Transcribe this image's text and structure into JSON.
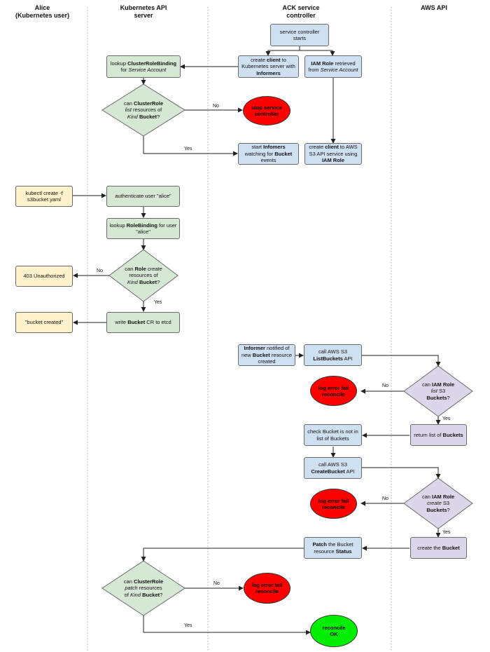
{
  "lanes": [
    {
      "title": "Alice\n(Kubernetes user)"
    },
    {
      "title": "Kubernetes API\nserver"
    },
    {
      "title": "ACK service\ncontroller"
    },
    {
      "title": "AWS API"
    }
  ],
  "nodes": {
    "service_controller_starts": "service controller starts",
    "create_client_k8s": [
      "create ",
      "client",
      " to Kubernetes server with ",
      "Informers"
    ],
    "iam_role_retrieved": [
      "IAM Role",
      " retrieved from ",
      "Service Account"
    ],
    "lookup_clusterrolebinding": [
      "lookup ",
      "ClusterRoleBinding",
      " for ",
      "Service Account"
    ],
    "can_clusterrole_list": [
      "can ",
      "ClusterRole",
      " list",
      " resources of ",
      "Kind",
      " ",
      "Bucket",
      "?"
    ],
    "stop_service_controller": "stop service controller",
    "start_informers": [
      "start ",
      "Infomers",
      " watching for ",
      "Bucket",
      " events"
    ],
    "create_client_aws": [
      "create ",
      "client",
      " to AWS S3 API service using ",
      "IAM Role"
    ],
    "kubectl_create": "kubectl create -f s3bucket.yaml",
    "authenticate_user": "authenticate user \"alice\"",
    "lookup_rolebinding": [
      "lookup ",
      "RoleBinding",
      " for user \"alice\""
    ],
    "can_role_create": [
      "can ",
      "Role",
      " create",
      " resources of ",
      "Kind",
      " ",
      "Bucket",
      "?"
    ],
    "unauthorized": "403 Unauthorized",
    "write_bucket_cr": [
      "write ",
      "Bucket",
      " CR to etcd"
    ],
    "bucket_created": "\"bucket created\"",
    "informer_notified": [
      "Informer",
      " notified of new ",
      "Bucket",
      " resource created"
    ],
    "call_listbuckets": [
      "call AWS S3 ",
      "ListBuckets",
      " API"
    ],
    "can_iam_list": [
      "can ",
      "IAM Role",
      " list",
      " S3 ",
      "Buckets",
      "?"
    ],
    "log_error_1": "log error fail reconcile",
    "return_list": [
      "return list of ",
      "Buckets"
    ],
    "check_bucket": "check Bucket is not in list of Buckets",
    "call_createbucket": [
      "call AWS S3 ",
      "CreateBucket",
      " API"
    ],
    "can_iam_create": [
      "can ",
      "IAM Role",
      " create",
      " S3 ",
      "Buckets",
      "?"
    ],
    "log_error_2": "log error fail reconcile",
    "create_the_bucket": [
      "create the ",
      "Bucket"
    ],
    "patch_status": [
      "Patch",
      " the Bucket resource ",
      "Status"
    ],
    "can_clusterrole_patch": [
      "can ",
      "ClusterRole",
      " patch",
      " resources of ",
      "Kind",
      " ",
      "Bucket",
      "?"
    ],
    "log_error_3": "log error fail reconcile",
    "reconcile_ok": "reconcile OK"
  },
  "edge_labels": {
    "no": "No",
    "yes": "Yes"
  },
  "colors": {
    "controller_box": "#cfe0f3",
    "k8s_box": "#d5e8d4",
    "user_box": "#fff2cc",
    "aws_box": "#dcd6ea",
    "error": "#ff0000",
    "ok": "#00ee00"
  }
}
